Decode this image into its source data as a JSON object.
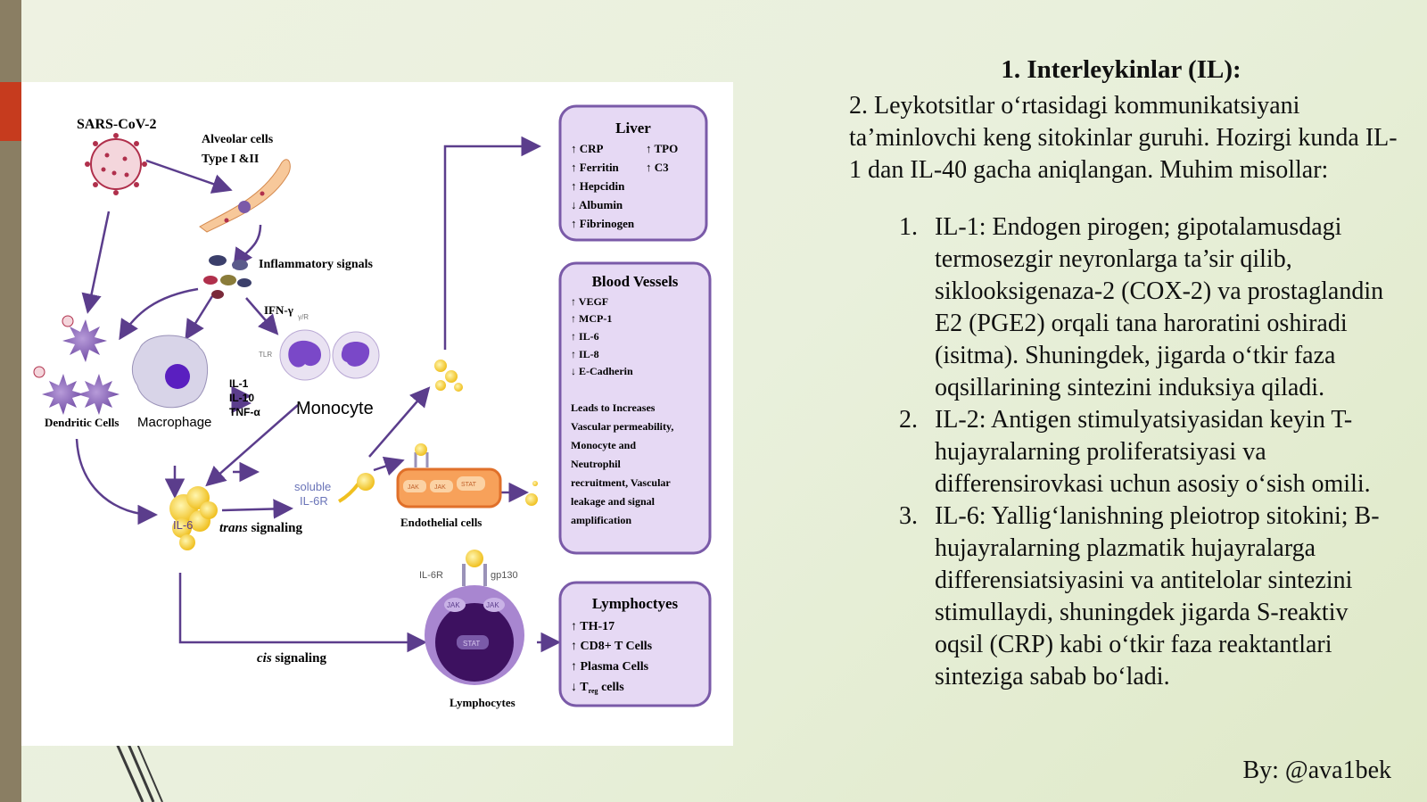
{
  "slide": {
    "heading": "1. Interleykinlar (IL):",
    "intro": "2. Leykotsitlar o‘rtasidagi kommunikatsiyani ta’minlovchi keng sitokinlar guruhi. Hozirgi kunda IL-1 dan IL-40 gacha aniqlangan. Muhim misollar:",
    "items": [
      {
        "num": "1.",
        "text": "IL-1: Endogen pirogen; gipotalamusdagi termosezgir neyronlarga ta’sir qilib, siklooksigenaza-2 (COX-2) va prostaglandin E2 (PGE2) orqali tana haroratini oshiradi (isitma). Shuningdek, jigarda o‘tkir faza oqsillarining sintezini induksiya qiladi."
      },
      {
        "num": "2.",
        "text": "IL-2: Antigen stimulyatsiyasidan keyin T-hujayralarning proliferatsiyasi va differensirovkasi uchun asosiy o‘sish omili."
      },
      {
        "num": "3.",
        "text": "IL-6: Yallig‘lanishning pleiotrop sitokini; B-hujayralarning plazmatik hujayralarga differensiatsiyasini va antitelolar sintezini stimullaydi, shuningdek jigarda S-reaktiv oqsil (CRP) kabi o‘tkir faza reaktantlari sinteziga sabab bo‘ladi."
      }
    ],
    "author": "By: @ava1bek"
  },
  "diagram": {
    "virus_label": "SARS-CoV-2",
    "alveolar_label_1": "Alveolar cells",
    "alveolar_label_2": "Type I &II",
    "inflammatory_label": "Inflammatory signals",
    "ifn_label": "IFN-γ",
    "ifn_receptor": "γ/R",
    "tlr_label": "TLR",
    "dendritic_label": "Dendritic Cells",
    "macrophage_label": "Macrophage",
    "monocyte_label": "Monocyte",
    "cytokines": [
      "IL-1",
      "IL-10",
      "TNF-α"
    ],
    "il6_label": "IL-6",
    "trans_italic": "trans",
    "trans_rest": " signaling",
    "soluble_1": "soluble",
    "soluble_2": "IL-6R",
    "endothelial_label": "Endothelial cells",
    "jak_label": "JAK",
    "stat_label": "STAT",
    "il6r_label": "IL-6R",
    "gp130_label": "gp130",
    "cis_italic": "cis",
    "cis_rest": " signaling",
    "lymphocytes_cell_label": "Lymphocytes",
    "liver": {
      "title": "Liver",
      "left": [
        "↑ CRP",
        "↑ Ferritin",
        "↑ Hepcidin",
        "↓ Albumin",
        "↑ Fibrinogen"
      ],
      "right": [
        "↑ TPO",
        "↑ C3"
      ]
    },
    "vessels": {
      "title": "Blood Vessels",
      "items": [
        "↑ VEGF",
        "↑ MCP-1",
        "↑ IL-6",
        "↑ IL-8",
        "↓ E-Cadherin"
      ],
      "note": [
        "Leads to Increases",
        "Vascular permeability,",
        "Monocyte and",
        "Neutrophil",
        "recruitment, Vascular",
        "leakage and signal",
        "amplification"
      ]
    },
    "lymph_box": {
      "title": "Lymphoctyes",
      "items": [
        "↑ TH-17",
        "↑ CD8+ T Cells",
        "↑ Plasma Cells"
      ],
      "treg_prefix": "↓ T",
      "treg_sub": "reg",
      "treg_suffix": " cells"
    }
  },
  "colors": {
    "accent": "#c63b1e",
    "box_fill": "#e6d9f4",
    "box_stroke": "#7a5aa8",
    "arrow": "#5b3d8c"
  }
}
